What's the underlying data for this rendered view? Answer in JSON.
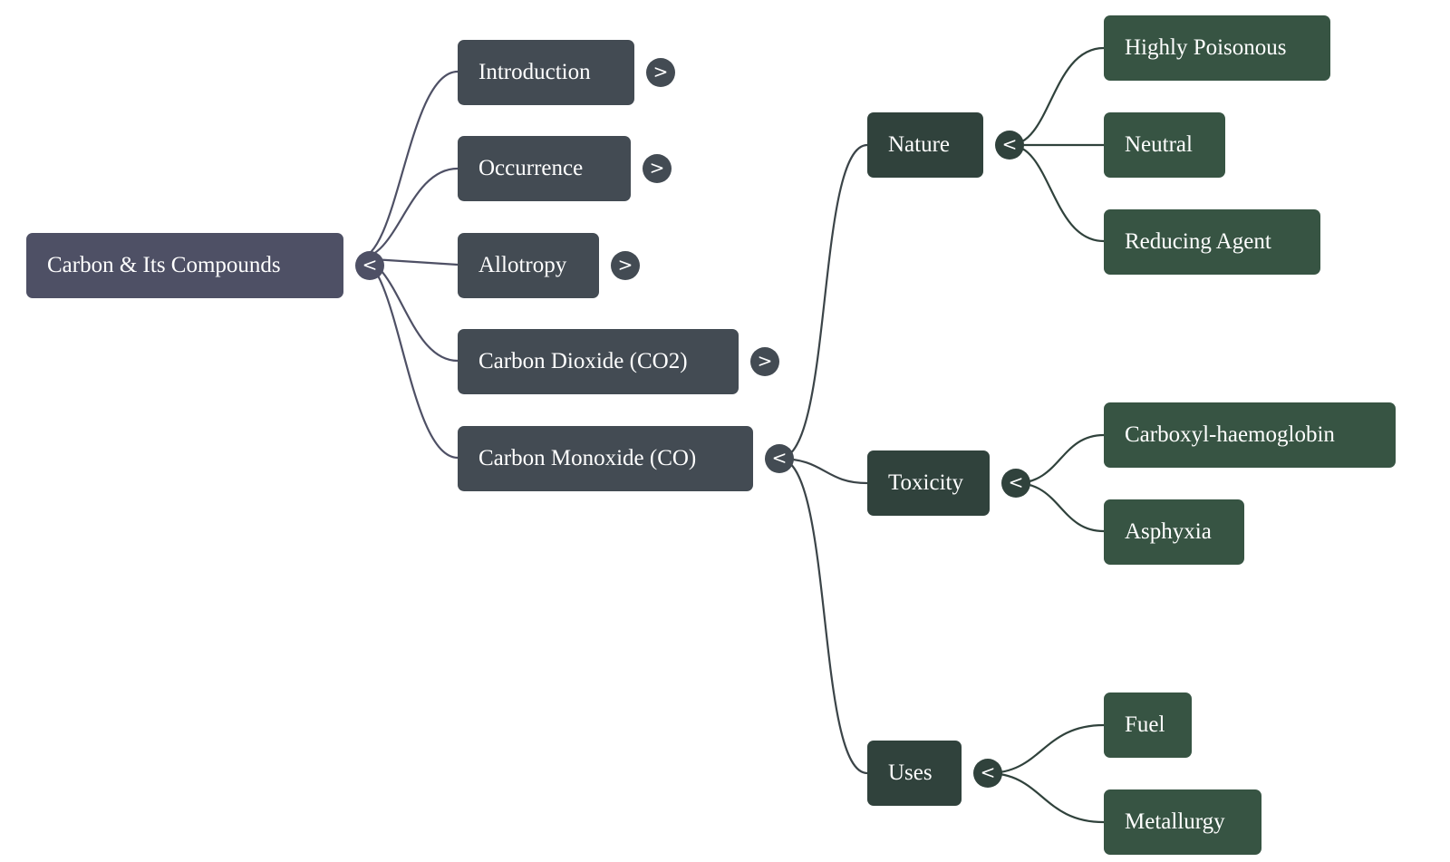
{
  "mindmap": {
    "root": {
      "label": "Carbon & Its Compounds",
      "toggle": "<",
      "state": "expanded"
    },
    "level1": [
      {
        "label": "Introduction",
        "toggle": ">",
        "state": "collapsed"
      },
      {
        "label": "Occurrence",
        "toggle": ">",
        "state": "collapsed"
      },
      {
        "label": "Allotropy",
        "toggle": ">",
        "state": "collapsed"
      },
      {
        "label": "Carbon Dioxide (CO2)",
        "toggle": ">",
        "state": "collapsed"
      },
      {
        "label": "Carbon Monoxide (CO)",
        "toggle": "<",
        "state": "expanded"
      }
    ],
    "co_children": [
      {
        "label": "Nature",
        "toggle": "<",
        "children": [
          "Highly Poisonous",
          "Neutral",
          "Reducing Agent"
        ]
      },
      {
        "label": "Toxicity",
        "toggle": "<",
        "children": [
          "Carboxyl-haemoglobin",
          "Asphyxia"
        ]
      },
      {
        "label": "Uses",
        "toggle": "<",
        "children": [
          "Fuel",
          "Metallurgy"
        ]
      }
    ]
  },
  "colors": {
    "root": "#4e5065",
    "level1": "#434b53",
    "level2": "#30423c",
    "level3": "#375443",
    "edge_root": "#4e5065",
    "edge_co": "#3b4448",
    "edge_leaf": "#30423c"
  }
}
